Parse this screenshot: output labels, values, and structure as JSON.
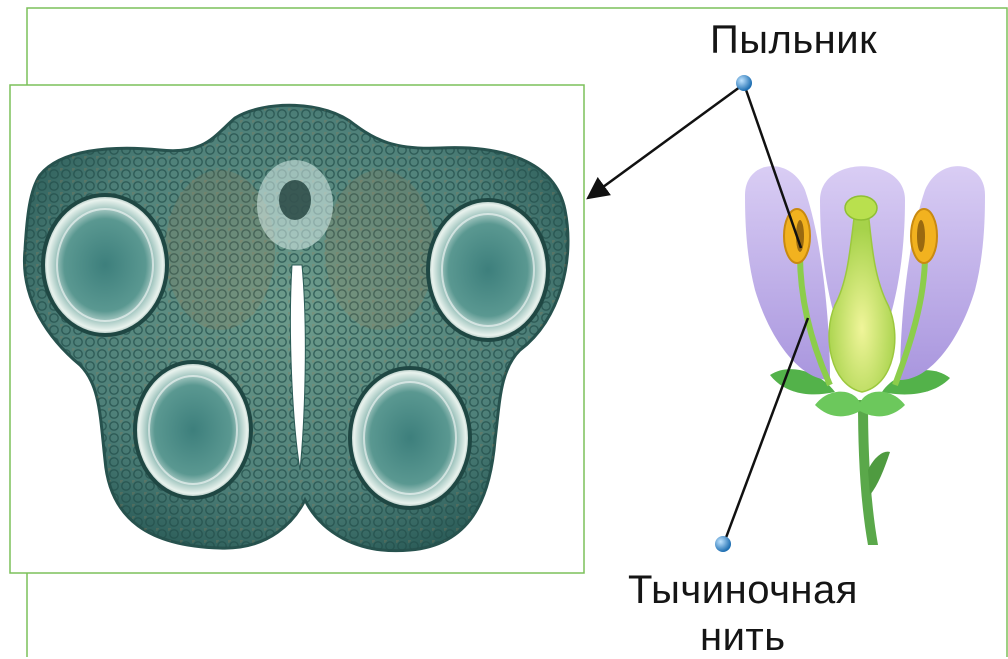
{
  "labels": {
    "anther": "Пыльник",
    "filament_line1": "Тычиночная",
    "filament_line2": "нить"
  },
  "colors": {
    "frame_border": "#7cc05a",
    "pointer_line": "#111111",
    "pointer_dot": "#2b86c9",
    "petal": "#c8b8ee",
    "pistil": "#d6ec7a",
    "anther": "#f0b020",
    "sepal": "#56b84a",
    "stem": "#5aa84a",
    "tissue_dark": "#2f6a66",
    "tissue_light": "#8fbfae"
  }
}
